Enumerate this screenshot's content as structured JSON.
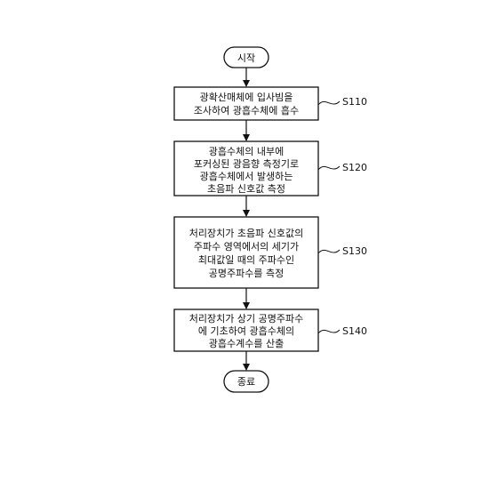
{
  "flowchart": {
    "start": {
      "text": "시작"
    },
    "steps": [
      {
        "id": "S110",
        "label": "S110",
        "lines": [
          "광확산매체에 입사빔을",
          "조사하여 광흡수체에 흡수"
        ]
      },
      {
        "id": "S120",
        "label": "S120",
        "lines": [
          "광흡수체의 내부에",
          "포커싱된 광음향 측정기로",
          "광흡수체에서 발생하는",
          "초음파 신호값 측정"
        ]
      },
      {
        "id": "S130",
        "label": "S130",
        "lines": [
          "처리장치가 초음파 신호값의",
          "주파수 영역에서의 세기가",
          "최대값일 때의 주파수인",
          "공명주파수를 측정"
        ]
      },
      {
        "id": "S140",
        "label": "S140",
        "lines": [
          "처리장치가 상기 공명주파수",
          "에 기초하여 광흡수체의",
          "광흡수계수를 산출"
        ]
      }
    ],
    "end": {
      "text": "종료"
    }
  }
}
